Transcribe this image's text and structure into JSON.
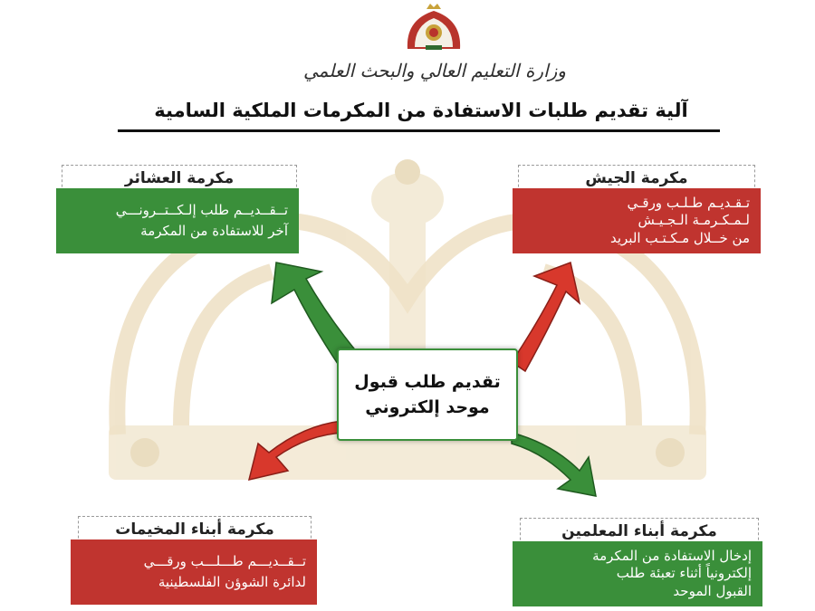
{
  "header": {
    "ministry": "وزارة التعليم العالي والبحث العلمي",
    "title": "آلية تقديم طلبات الاستفادة من المكرمات الملكية السامية"
  },
  "center": {
    "line1": "تقديم طلب قبول",
    "line2": "موحد إلكتروني"
  },
  "nodes": {
    "tribes": {
      "label": "مكرمة العشائر",
      "lines": [
        "تــقــديــم طلب إلـكــتــرونـــي",
        "آخر للاستفادة من المكرمة"
      ]
    },
    "army": {
      "label": "مكرمة الجيش",
      "lines": [
        "تـقـديـم طـلـب ورقـي",
        "لـمـكـرمـة الـجـيـش",
        "من خــلال مـكـتـب البريد"
      ]
    },
    "camps": {
      "label": "مكرمة أبناء المخيمات",
      "lines": [
        "تــقــديـــم طـــلـــب ورقـــي",
        "لدائرة الشوؤن الفلسطينية"
      ]
    },
    "teachers": {
      "label": "مكرمة أبناء المعلمين",
      "lines": [
        "إدخال الاستفادة من المكرمة",
        "إلكترونياً أثناء تعبئة طلب",
        "القبول الموحد"
      ]
    }
  },
  "colors": {
    "green": "#3a8f3a",
    "red": "#c0342f",
    "crown": "#e9d8b4"
  },
  "icons": {
    "emblem": "jordan-royal-emblem-icon"
  }
}
